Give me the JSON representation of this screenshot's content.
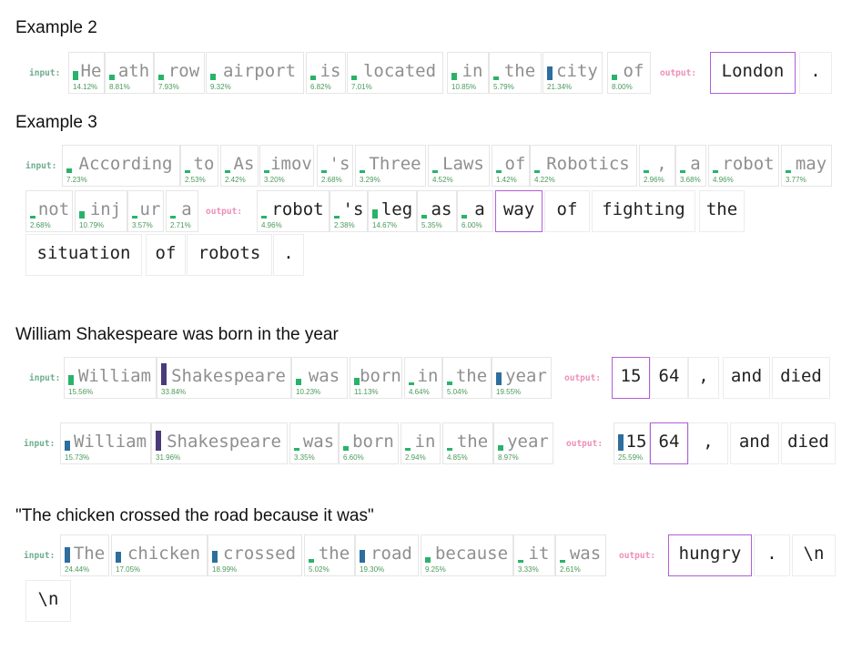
{
  "labels": {
    "input": "input:",
    "output": "output:"
  },
  "colors": {
    "bar_green": "#29b36a",
    "bar_blue": "#2d6e9e",
    "bar_purple": "#4a3a7a",
    "selection": "#b15fd8",
    "output_label": "#ee8fb8"
  },
  "sections": [
    {
      "title": "Example 2",
      "rows": [
        {
          "tokens": [
            {
              "kind": "label",
              "text": "input:"
            },
            {
              "text": "He",
              "pct": "14.12%",
              "bar": 0.1412,
              "color": "green"
            },
            {
              "text": "ath",
              "pct": "8.81%",
              "bar": 0.0881,
              "color": "green"
            },
            {
              "text": "row",
              "pct": "7.93%",
              "bar": 0.0793,
              "color": "green"
            },
            {
              "text": "airport",
              "pct": "9.32%",
              "bar": 0.0932,
              "color": "green"
            },
            {
              "text": "is",
              "pct": "6.82%",
              "bar": 0.0682,
              "color": "green"
            },
            {
              "text": "located",
              "pct": "7.01%",
              "bar": 0.0701,
              "color": "green"
            },
            {
              "text": "in",
              "pct": "10.85%",
              "bar": 0.1085,
              "color": "green"
            },
            {
              "text": "the",
              "pct": "5.79%",
              "bar": 0.0579,
              "color": "green"
            },
            {
              "text": "city",
              "pct": "21.34%",
              "bar": 0.2134,
              "color": "blue"
            },
            {
              "text": "of",
              "pct": "8.00%",
              "bar": 0.08,
              "color": "green"
            },
            {
              "kind": "label",
              "text": "output:"
            },
            {
              "kind": "out",
              "text": "London",
              "selected": true
            },
            {
              "kind": "out",
              "text": "."
            }
          ]
        }
      ]
    },
    {
      "title": "Example 3",
      "rows": [
        {
          "tokens": [
            {
              "kind": "label",
              "text": "input:"
            },
            {
              "text": "According",
              "pct": "7.23%",
              "bar": 0.0723,
              "color": "green"
            },
            {
              "text": "to",
              "pct": "2.53%",
              "bar": 0.0253,
              "color": "green"
            },
            {
              "text": "As",
              "pct": "2.42%",
              "bar": 0.0242,
              "color": "green"
            },
            {
              "text": "imov",
              "pct": "3.20%",
              "bar": 0.032,
              "color": "green"
            },
            {
              "text": "'s",
              "pct": "2.68%",
              "bar": 0.0268,
              "color": "green"
            },
            {
              "text": "Three",
              "pct": "3.29%",
              "bar": 0.0329,
              "color": "green"
            },
            {
              "text": "Laws",
              "pct": "4.52%",
              "bar": 0.0452,
              "color": "green"
            },
            {
              "text": "of",
              "pct": "1.42%",
              "bar": 0.0142,
              "color": "green"
            },
            {
              "text": "Robotics",
              "pct": "4.22%",
              "bar": 0.0422,
              "color": "green"
            },
            {
              "text": ",",
              "pct": "2.96%",
              "bar": 0.0296,
              "color": "green"
            },
            {
              "text": "a",
              "pct": "3.68%",
              "bar": 0.0368,
              "color": "green"
            },
            {
              "text": "robot",
              "pct": "4.96%",
              "bar": 0.0496,
              "color": "green"
            },
            {
              "text": "may",
              "pct": "3.77%",
              "bar": 0.0377,
              "color": "green"
            }
          ]
        },
        {
          "tokens": [
            {
              "text": "not",
              "pct": "2.68%",
              "bar": 0.0268,
              "color": "green"
            },
            {
              "text": "inj",
              "pct": "10.79%",
              "bar": 0.1079,
              "color": "green"
            },
            {
              "text": "ur",
              "pct": "3.57%",
              "bar": 0.0357,
              "color": "green"
            },
            {
              "text": "a",
              "pct": "2.71%",
              "bar": 0.0271,
              "color": "green"
            },
            {
              "kind": "label",
              "text": "output:"
            },
            {
              "text": "robot",
              "pct": "4.96%",
              "bar": 0.0496,
              "color": "green",
              "dark": true
            },
            {
              "text": "'s",
              "pct": "2.38%",
              "bar": 0.0238,
              "color": "green",
              "dark": true
            },
            {
              "text": "leg",
              "pct": "14.67%",
              "bar": 0.1467,
              "color": "green",
              "dark": true
            },
            {
              "text": "as",
              "pct": "5.35%",
              "bar": 0.0535,
              "color": "green",
              "dark": true
            },
            {
              "text": "a",
              "pct": "6.00%",
              "bar": 0.06,
              "color": "green",
              "dark": true
            },
            {
              "kind": "out",
              "text": "way",
              "selected": true
            },
            {
              "kind": "out",
              "text": "of"
            },
            {
              "kind": "out",
              "text": "fighting"
            },
            {
              "kind": "out",
              "text": "the"
            }
          ]
        },
        {
          "tokens": [
            {
              "kind": "out",
              "text": "situation"
            },
            {
              "kind": "out",
              "text": "of"
            },
            {
              "kind": "out",
              "text": "robots"
            },
            {
              "kind": "out",
              "text": "."
            }
          ]
        }
      ]
    },
    {
      "title": "William Shakespeare was born in the year",
      "rows": [
        {
          "tokens": [
            {
              "kind": "label",
              "text": "input:"
            },
            {
              "text": "William",
              "pct": "15.56%",
              "bar": 0.1556,
              "color": "green"
            },
            {
              "text": "Shakespeare",
              "pct": "33.84%",
              "bar": 0.3384,
              "color": "purple"
            },
            {
              "text": "was",
              "pct": "10.23%",
              "bar": 0.1023,
              "color": "green"
            },
            {
              "text": "born",
              "pct": "11.13%",
              "bar": 0.1113,
              "color": "green"
            },
            {
              "text": "in",
              "pct": "4.64%",
              "bar": 0.0464,
              "color": "green"
            },
            {
              "text": "the",
              "pct": "5.04%",
              "bar": 0.0504,
              "color": "green"
            },
            {
              "text": "year",
              "pct": "19.55%",
              "bar": 0.1955,
              "color": "blue"
            },
            {
              "kind": "label",
              "text": "output:"
            },
            {
              "kind": "out",
              "text": "15",
              "selected": true
            },
            {
              "kind": "out",
              "text": "64"
            },
            {
              "kind": "out",
              "text": ","
            },
            {
              "kind": "out",
              "text": "and"
            },
            {
              "kind": "out",
              "text": "died"
            }
          ]
        },
        {
          "tokens": [
            {
              "kind": "label",
              "text": "input:"
            },
            {
              "text": "William",
              "pct": "15.73%",
              "bar": 0.1573,
              "color": "blue"
            },
            {
              "text": "Shakespeare",
              "pct": "31.96%",
              "bar": 0.3196,
              "color": "purple"
            },
            {
              "text": "was",
              "pct": "3.35%",
              "bar": 0.0335,
              "color": "green"
            },
            {
              "text": "born",
              "pct": "6.60%",
              "bar": 0.066,
              "color": "green"
            },
            {
              "text": "in",
              "pct": "2.94%",
              "bar": 0.0294,
              "color": "green"
            },
            {
              "text": "the",
              "pct": "4.85%",
              "bar": 0.0485,
              "color": "green"
            },
            {
              "text": "year",
              "pct": "8.97%",
              "bar": 0.0897,
              "color": "green"
            },
            {
              "kind": "label",
              "text": "output:"
            },
            {
              "text": "15",
              "pct": "25.59%",
              "bar": 0.2559,
              "color": "blue",
              "dark": true
            },
            {
              "kind": "out",
              "text": "64",
              "selected": true
            },
            {
              "kind": "out",
              "text": ","
            },
            {
              "kind": "out",
              "text": "and"
            },
            {
              "kind": "out",
              "text": "died"
            }
          ]
        }
      ]
    },
    {
      "title": "\"The chicken crossed the road because it was\"",
      "rows": [
        {
          "tokens": [
            {
              "kind": "label",
              "text": "input:"
            },
            {
              "text": "The",
              "pct": "24.44%",
              "bar": 0.2444,
              "color": "blue"
            },
            {
              "text": "chicken",
              "pct": "17.05%",
              "bar": 0.1705,
              "color": "blue"
            },
            {
              "text": "crossed",
              "pct": "18.99%",
              "bar": 0.1899,
              "color": "blue"
            },
            {
              "text": "the",
              "pct": "5.02%",
              "bar": 0.0502,
              "color": "green"
            },
            {
              "text": "road",
              "pct": "19.30%",
              "bar": 0.193,
              "color": "blue"
            },
            {
              "text": "because",
              "pct": "9.25%",
              "bar": 0.0925,
              "color": "green"
            },
            {
              "text": "it",
              "pct": "3.33%",
              "bar": 0.0333,
              "color": "green"
            },
            {
              "text": "was",
              "pct": "2.61%",
              "bar": 0.0261,
              "color": "green"
            },
            {
              "kind": "label",
              "text": "output:"
            },
            {
              "kind": "out",
              "text": "hungry",
              "selected": true
            },
            {
              "kind": "out",
              "text": "."
            },
            {
              "kind": "out",
              "text": "\\n"
            }
          ]
        },
        {
          "tokens": [
            {
              "kind": "out",
              "text": "\\n"
            }
          ]
        }
      ]
    }
  ]
}
